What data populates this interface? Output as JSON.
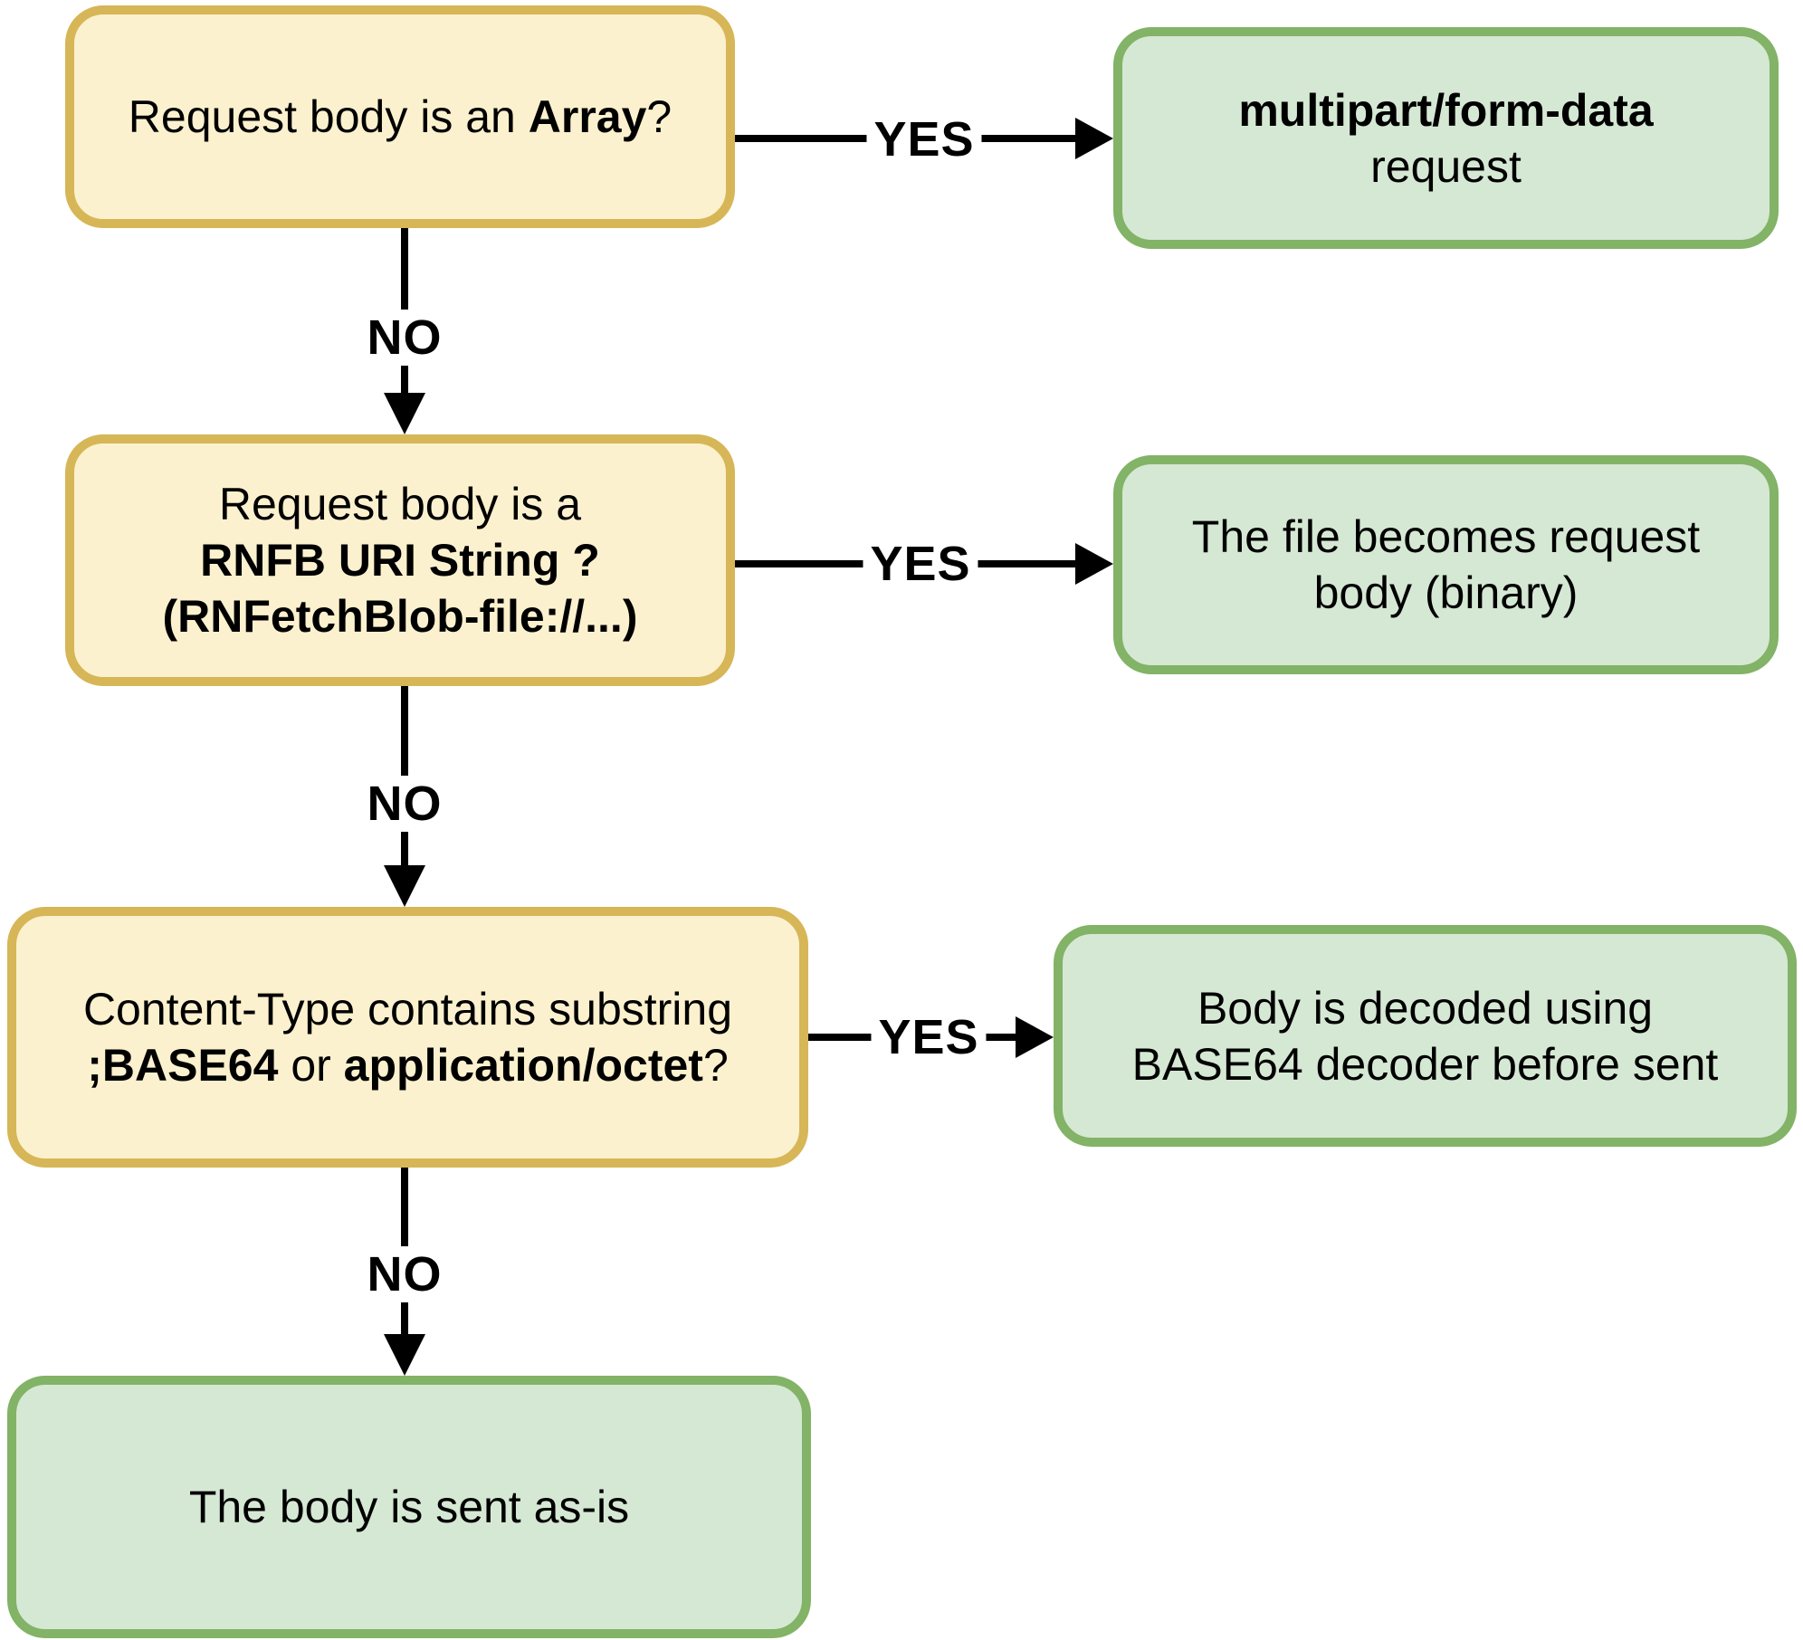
{
  "palette": {
    "yellow_fill": "#FCF1CE",
    "yellow_border": "#D6B656",
    "green_fill": "#D5E8D4",
    "green_border": "#82B366",
    "arrow_color": "#000000",
    "text_color": "#000000",
    "background": "#FFFFFF"
  },
  "edge_labels": {
    "yes1": "YES",
    "yes2": "YES",
    "yes3": "YES",
    "no1": "NO",
    "no2": "NO",
    "no3": "NO"
  },
  "nodes": {
    "q_array": {
      "pre": "Request body is an ",
      "bold": "Array",
      "post": "?"
    },
    "r_multipart": {
      "line1_bold": "multipart/form-data",
      "line2": "request"
    },
    "q_rnfb": {
      "line1": "Request body is a",
      "line2_bold": "RNFB URI String ?",
      "line3_bold": "(RNFetchBlob-file://...)"
    },
    "r_file": {
      "line1": "The file becomes request",
      "line2": "body (binary)"
    },
    "q_base64": {
      "line1": "Content-Type contains substring",
      "line2_bold1": ";BASE64",
      "line2_mid": " or ",
      "line2_bold2": "application/octet",
      "line2_post": "?"
    },
    "r_decoded": {
      "line1": "Body is decoded using",
      "line2": "BASE64 decoder before sent"
    },
    "r_asis": {
      "line1": "The body is sent as-is"
    }
  }
}
